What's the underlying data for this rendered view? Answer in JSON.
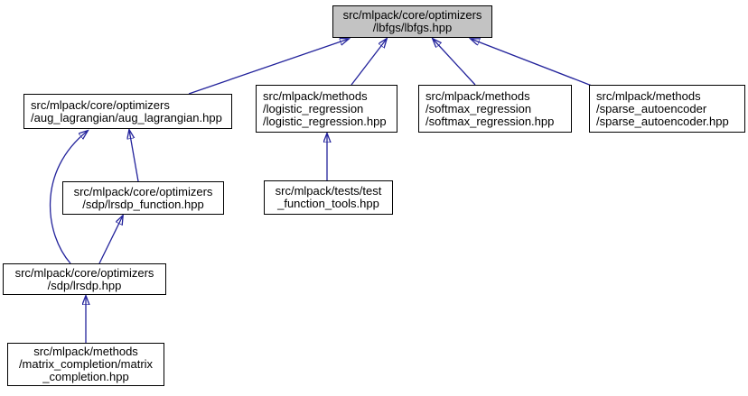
{
  "diagram": {
    "type": "include-dependency-graph",
    "colors": {
      "edge": "#22229b",
      "node_fill": "#ffffff",
      "node_border": "#000000",
      "highlight_fill": "#c3c3c3"
    },
    "nodes": [
      {
        "id": "lbfgs",
        "label": "src/mlpack/core/optimizers\n/lbfgs/lbfgs.hpp",
        "highlighted": true
      },
      {
        "id": "aug-lagrangian",
        "label": "src/mlpack/core/optimizers\n/aug_lagrangian/aug_lagrangian.hpp",
        "highlighted": false
      },
      {
        "id": "logistic-regression",
        "label": "src/mlpack/methods\n/logistic_regression\n/logistic_regression.hpp",
        "highlighted": false
      },
      {
        "id": "softmax-regression",
        "label": "src/mlpack/methods\n/softmax_regression\n/softmax_regression.hpp",
        "highlighted": false
      },
      {
        "id": "sparse-autoencoder",
        "label": "src/mlpack/methods\n/sparse_autoencoder\n/sparse_autoencoder.hpp",
        "highlighted": false
      },
      {
        "id": "lrsdp-function",
        "label": "src/mlpack/core/optimizers\n/sdp/lrsdp_function.hpp",
        "highlighted": false
      },
      {
        "id": "test-function-tools",
        "label": "src/mlpack/tests/test\n_function_tools.hpp",
        "highlighted": false
      },
      {
        "id": "lrsdp",
        "label": "src/mlpack/core/optimizers\n/sdp/lrsdp.hpp",
        "highlighted": false
      },
      {
        "id": "matrix-completion",
        "label": "src/mlpack/methods\n/matrix_completion/matrix\n_completion.hpp",
        "highlighted": false
      }
    ],
    "edges": [
      {
        "from": "aug-lagrangian",
        "to": "lbfgs"
      },
      {
        "from": "logistic-regression",
        "to": "lbfgs"
      },
      {
        "from": "softmax-regression",
        "to": "lbfgs"
      },
      {
        "from": "sparse-autoencoder",
        "to": "lbfgs"
      },
      {
        "from": "lrsdp-function",
        "to": "aug-lagrangian"
      },
      {
        "from": "lrsdp",
        "to": "aug-lagrangian"
      },
      {
        "from": "lrsdp",
        "to": "lrsdp-function"
      },
      {
        "from": "test-function-tools",
        "to": "logistic-regression"
      },
      {
        "from": "matrix-completion",
        "to": "lrsdp"
      }
    ]
  }
}
